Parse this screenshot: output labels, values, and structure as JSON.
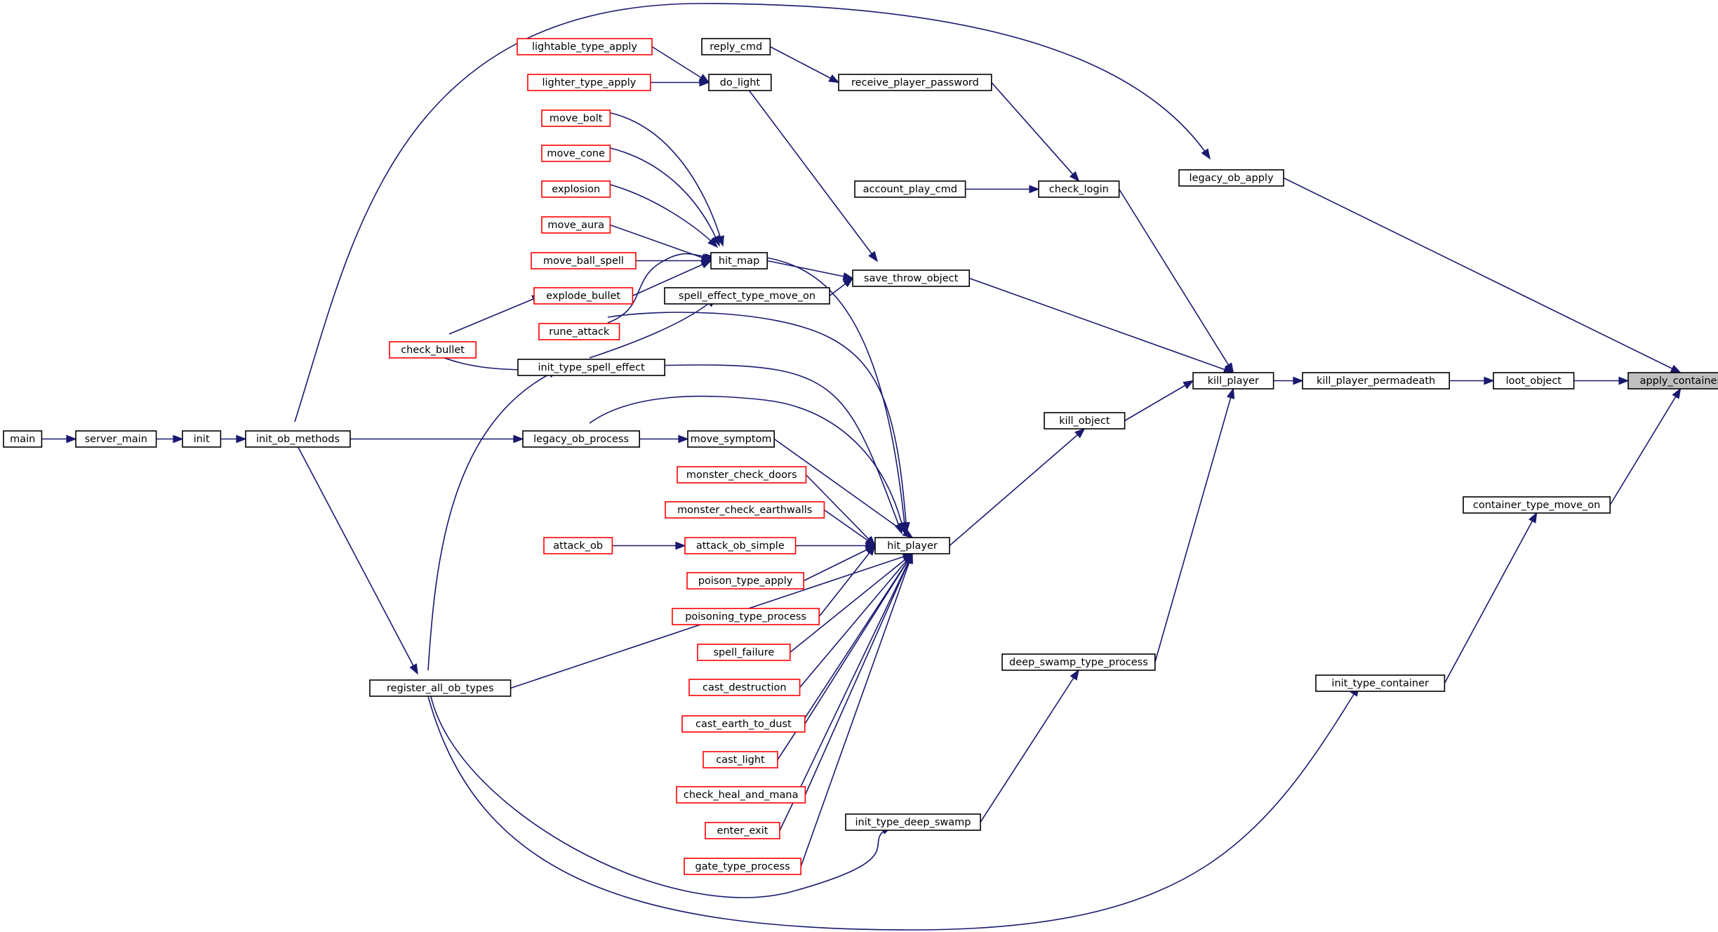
{
  "colors": {
    "edge": "#191970",
    "linked_border": "#000000",
    "unlinked_border": "#ff0000",
    "root_fill": "#bfbfbf",
    "background": "#ffffff"
  },
  "nodes": [
    {
      "id": "apply_container",
      "label": "apply_container",
      "style": "root"
    },
    {
      "id": "legacy_ob_apply",
      "label": "legacy_ob_apply",
      "style": "black"
    },
    {
      "id": "loot_object",
      "label": "loot_object",
      "style": "black"
    },
    {
      "id": "container_type_move_on",
      "label": "container_type_move_on",
      "style": "black"
    },
    {
      "id": "init_type_container",
      "label": "init_type_container",
      "style": "black"
    },
    {
      "id": "kill_player_permadeath",
      "label": "kill_player_permadeath",
      "style": "black"
    },
    {
      "id": "kill_player",
      "label": "kill_player",
      "style": "black"
    },
    {
      "id": "kill_object",
      "label": "kill_object",
      "style": "black"
    },
    {
      "id": "check_login",
      "label": "check_login",
      "style": "black"
    },
    {
      "id": "save_throw_object",
      "label": "save_throw_object",
      "style": "black"
    },
    {
      "id": "deep_swamp_type_process",
      "label": "deep_swamp_type_process",
      "style": "black"
    },
    {
      "id": "init_type_deep_swamp",
      "label": "init_type_deep_swamp",
      "style": "black"
    },
    {
      "id": "receive_player_password",
      "label": "receive_player_password",
      "style": "black"
    },
    {
      "id": "account_play_cmd",
      "label": "account_play_cmd",
      "style": "black"
    },
    {
      "id": "reply_cmd",
      "label": "reply_cmd",
      "style": "black"
    },
    {
      "id": "do_light",
      "label": "do_light",
      "style": "black"
    },
    {
      "id": "lightable_type_apply",
      "label": "lightable_type_apply",
      "style": "red"
    },
    {
      "id": "lighter_type_apply",
      "label": "lighter_type_apply",
      "style": "red"
    },
    {
      "id": "hit_map",
      "label": "hit_map",
      "style": "black"
    },
    {
      "id": "move_bolt",
      "label": "move_bolt",
      "style": "red"
    },
    {
      "id": "move_cone",
      "label": "move_cone",
      "style": "red"
    },
    {
      "id": "explosion",
      "label": "explosion",
      "style": "red"
    },
    {
      "id": "move_aura",
      "label": "move_aura",
      "style": "red"
    },
    {
      "id": "move_ball_spell",
      "label": "move_ball_spell",
      "style": "red"
    },
    {
      "id": "explode_bullet",
      "label": "explode_bullet",
      "style": "red"
    },
    {
      "id": "rune_attack",
      "label": "rune_attack",
      "style": "red"
    },
    {
      "id": "check_bullet",
      "label": "check_bullet",
      "style": "red"
    },
    {
      "id": "spell_effect_type_move_on",
      "label": "spell_effect_type_move_on",
      "style": "black"
    },
    {
      "id": "init_type_spell_effect",
      "label": "init_type_spell_effect",
      "style": "black"
    },
    {
      "id": "register_all_ob_types",
      "label": "register_all_ob_types",
      "style": "black"
    },
    {
      "id": "init_ob_methods",
      "label": "init_ob_methods",
      "style": "black"
    },
    {
      "id": "init",
      "label": "init",
      "style": "black"
    },
    {
      "id": "server_main",
      "label": "server_main",
      "style": "black"
    },
    {
      "id": "main",
      "label": "main",
      "style": "black"
    },
    {
      "id": "hit_player",
      "label": "hit_player",
      "style": "black"
    },
    {
      "id": "legacy_ob_process",
      "label": "legacy_ob_process",
      "style": "black"
    },
    {
      "id": "move_symptom",
      "label": "move_symptom",
      "style": "black"
    },
    {
      "id": "monster_check_doors",
      "label": "monster_check_doors",
      "style": "red"
    },
    {
      "id": "monster_check_earthwalls",
      "label": "monster_check_earthwalls",
      "style": "red"
    },
    {
      "id": "attack_ob_simple",
      "label": "attack_ob_simple",
      "style": "red"
    },
    {
      "id": "attack_ob",
      "label": "attack_ob",
      "style": "red"
    },
    {
      "id": "poison_type_apply",
      "label": "poison_type_apply",
      "style": "red"
    },
    {
      "id": "poisoning_type_process",
      "label": "poisoning_type_process",
      "style": "red"
    },
    {
      "id": "spell_failure",
      "label": "spell_failure",
      "style": "red"
    },
    {
      "id": "cast_destruction",
      "label": "cast_destruction",
      "style": "red"
    },
    {
      "id": "cast_earth_to_dust",
      "label": "cast_earth_to_dust",
      "style": "red"
    },
    {
      "id": "cast_light",
      "label": "cast_light",
      "style": "red"
    },
    {
      "id": "check_heal_and_mana",
      "label": "check_heal_and_mana",
      "style": "red"
    },
    {
      "id": "enter_exit",
      "label": "enter_exit",
      "style": "red"
    },
    {
      "id": "gate_type_process",
      "label": "gate_type_process",
      "style": "red"
    }
  ],
  "edges": [
    {
      "from": "legacy_ob_apply",
      "to": "apply_container"
    },
    {
      "from": "loot_object",
      "to": "apply_container"
    },
    {
      "from": "container_type_move_on",
      "to": "apply_container"
    },
    {
      "from": "init_ob_methods",
      "to": "legacy_ob_apply"
    },
    {
      "from": "kill_player_permadeath",
      "to": "loot_object"
    },
    {
      "from": "init_type_container",
      "to": "container_type_move_on"
    },
    {
      "from": "register_all_ob_types",
      "to": "init_type_container"
    },
    {
      "from": "kill_player",
      "to": "kill_player_permadeath"
    },
    {
      "from": "check_login",
      "to": "kill_player"
    },
    {
      "from": "save_throw_object",
      "to": "kill_player"
    },
    {
      "from": "kill_object",
      "to": "kill_player"
    },
    {
      "from": "deep_swamp_type_process",
      "to": "kill_player"
    },
    {
      "from": "receive_player_password",
      "to": "check_login"
    },
    {
      "from": "account_play_cmd",
      "to": "check_login"
    },
    {
      "from": "reply_cmd",
      "to": "receive_player_password"
    },
    {
      "from": "do_light",
      "to": "save_throw_object"
    },
    {
      "from": "hit_map",
      "to": "save_throw_object"
    },
    {
      "from": "spell_effect_type_move_on",
      "to": "save_throw_object"
    },
    {
      "from": "lightable_type_apply",
      "to": "do_light"
    },
    {
      "from": "lighter_type_apply",
      "to": "do_light"
    },
    {
      "from": "hit_player",
      "to": "kill_object"
    },
    {
      "from": "init_type_deep_swamp",
      "to": "deep_swamp_type_process"
    },
    {
      "from": "register_all_ob_types",
      "to": "init_type_deep_swamp"
    },
    {
      "from": "move_bolt",
      "to": "hit_map"
    },
    {
      "from": "move_cone",
      "to": "hit_map"
    },
    {
      "from": "explosion",
      "to": "hit_map"
    },
    {
      "from": "move_aura",
      "to": "hit_map"
    },
    {
      "from": "move_ball_spell",
      "to": "hit_map"
    },
    {
      "from": "explode_bullet",
      "to": "hit_map"
    },
    {
      "from": "rune_attack",
      "to": "hit_map"
    },
    {
      "from": "check_bullet",
      "to": "explode_bullet"
    },
    {
      "from": "init_type_spell_effect",
      "to": "spell_effect_type_move_on"
    },
    {
      "from": "register_all_ob_types",
      "to": "init_type_spell_effect"
    },
    {
      "from": "init_ob_methods",
      "to": "register_all_ob_types"
    },
    {
      "from": "init",
      "to": "init_ob_methods"
    },
    {
      "from": "server_main",
      "to": "init"
    },
    {
      "from": "main",
      "to": "server_main"
    },
    {
      "from": "init_ob_methods",
      "to": "legacy_ob_process"
    },
    {
      "from": "legacy_ob_process",
      "to": "move_symptom"
    },
    {
      "from": "hit_map",
      "to": "hit_player"
    },
    {
      "from": "rune_attack",
      "to": "hit_player"
    },
    {
      "from": "check_bullet",
      "to": "hit_player"
    },
    {
      "from": "legacy_ob_process",
      "to": "hit_player"
    },
    {
      "from": "move_symptom",
      "to": "hit_player"
    },
    {
      "from": "monster_check_doors",
      "to": "hit_player"
    },
    {
      "from": "monster_check_earthwalls",
      "to": "hit_player"
    },
    {
      "from": "attack_ob_simple",
      "to": "hit_player"
    },
    {
      "from": "attack_ob",
      "to": "attack_ob_simple"
    },
    {
      "from": "poison_type_apply",
      "to": "hit_player"
    },
    {
      "from": "poisoning_type_process",
      "to": "hit_player"
    },
    {
      "from": "spell_failure",
      "to": "hit_player"
    },
    {
      "from": "cast_destruction",
      "to": "hit_player"
    },
    {
      "from": "cast_earth_to_dust",
      "to": "hit_player"
    },
    {
      "from": "cast_light",
      "to": "hit_player"
    },
    {
      "from": "check_heal_and_mana",
      "to": "hit_player"
    },
    {
      "from": "enter_exit",
      "to": "hit_player"
    },
    {
      "from": "gate_type_process",
      "to": "hit_player"
    },
    {
      "from": "register_all_ob_types",
      "to": "hit_player"
    }
  ]
}
